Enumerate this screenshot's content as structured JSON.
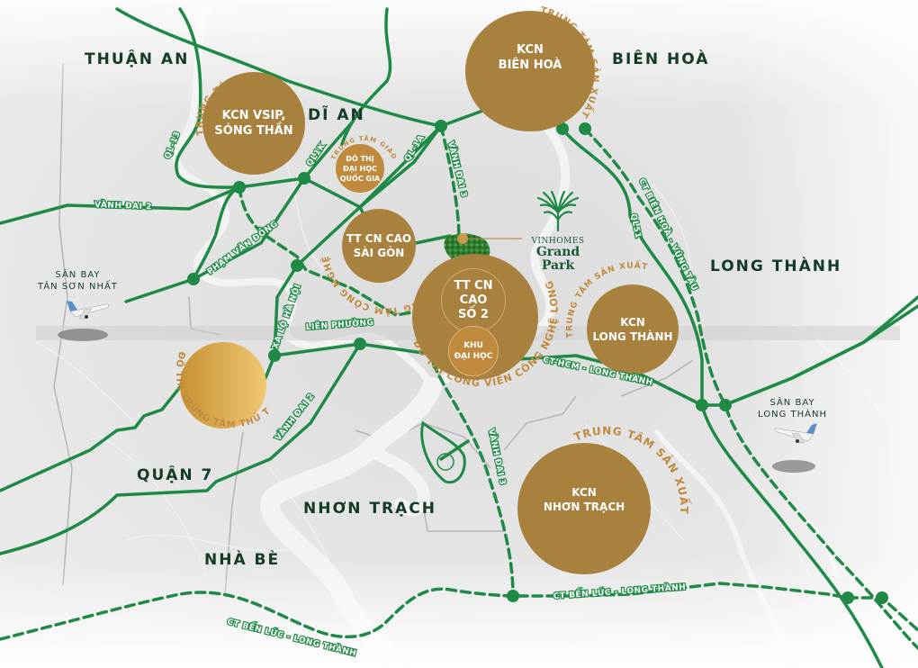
{
  "colors": {
    "road_green": "#1e8a45",
    "hub_gold": "#a8813f",
    "hub_gold_light": "#c99a4a",
    "label_gold": "#c08a3e",
    "region_text": "#133b26",
    "background": "#e6e6e6"
  },
  "regions": {
    "thuan_an": "THUẬN AN",
    "di_an": "DĨ AN",
    "bien_hoa": "BIÊN HOÀ",
    "long_thanh": "LONG THÀNH",
    "quan_7": "QUẬN 7",
    "nhon_trach": "NHƠN TRẠCH",
    "nha_be": "NHÀ BÈ"
  },
  "airports": {
    "tan_son_nhat": "SÂN BAY\nTÂN SƠN NHẤT",
    "long_thanh": "SÂN BAY\nLONG THÀNH"
  },
  "hubs": {
    "vsip": {
      "label": "KCN VSIP,\nSÓNG THẦN",
      "arc": "TRUNG TÂM SẢN XUẤT"
    },
    "bien_hoa": {
      "label": "KCN\nBIÊN HOÀ",
      "arc": "TRUNG TÂM SẢN XUẤT"
    },
    "dai_hoc_qg": {
      "label": "ĐÔ THỊ\nĐẠI HỌC\nQUỐC GIA",
      "arc": "TRUNG TÂM GIÁO DỤC"
    },
    "tt_cn_cao_sg": {
      "label": "TT CN CAO\nSÀI GÒN",
      "arc": "TRUNG TÂM CÔNG NGHỆ"
    },
    "long_phuoc": {
      "arc": "ĐÔ THỊ CÔNG VIÊN CÔNG NGHỆ LONG PHƯỚC"
    },
    "tt_cn_cao_2": {
      "label": "TT CN\nCAO\nSỐ 2"
    },
    "khu_dai_hoc": {
      "label": "KHU\nĐẠI HỌC"
    },
    "long_thanh": {
      "label": "KCN\nLONG THÀNH",
      "arc": "TRUNG TÂM SẢN XUẤT"
    },
    "thu_thiem": {
      "label": "",
      "arc": "ĐÔ THỊ TRUNG TÂM THỦ THIÊM"
    },
    "nhon_trach": {
      "label": "KCN\nNHƠN TRẠCH",
      "arc": "TRUNG TÂM SẢN XUẤT"
    }
  },
  "roads": {
    "ql13": "QL-13",
    "ql1k": "QL1K",
    "ql1a": "QL-1A",
    "vanh_dai_2_top": "VÀNH ĐAI 2",
    "vanh_dai_2_bottom": "VÀNH ĐAI 2",
    "vanh_dai_3_top": "VÀNH ĐAI 3",
    "vanh_dai_3_bottom": "VÀNH ĐAI 3",
    "pham_van_dong": "PHẠM VĂN ĐỒNG",
    "xa_lo_ha_noi": "XA LỘ HÀ NỘI",
    "lien_phuong": "LIÊN PHƯỜNG",
    "ct_hcm_long_thanh": "CT-HCM - LONG THÀNH",
    "ql51": "QL51",
    "ct_bien_hoa_vung_tau": "CT BIÊN HOÀ - VŨNG TÀU",
    "ct_ben_luc_right": "CT BẾN LỨC - LONG THÀNH",
    "ct_ben_luc_left": "CT BẾN LỨC - LONG THÀNH"
  },
  "logo": {
    "brand": "VINHOMES",
    "name": "Grand Park"
  }
}
